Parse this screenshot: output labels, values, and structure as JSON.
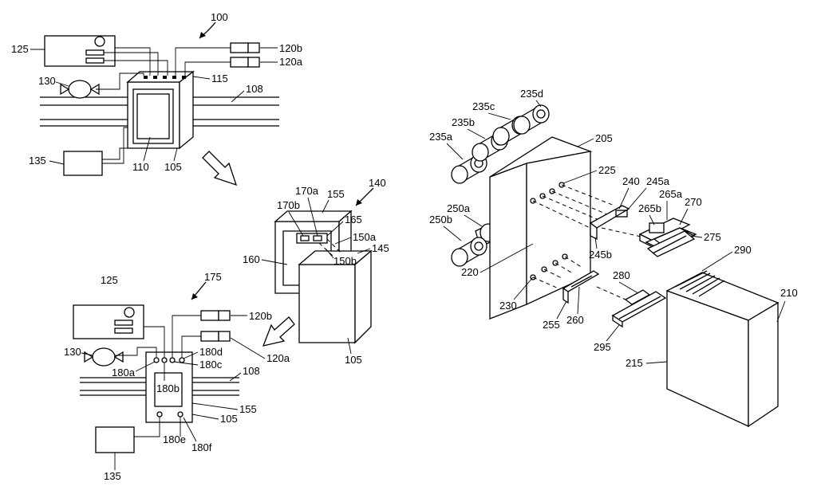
{
  "labels": {
    "l100": "100",
    "l125_top": "125",
    "l120b_top": "120b",
    "l120a_top": "120a",
    "l130_top": "130",
    "l115": "115",
    "l108_top": "108",
    "l135_top": "135",
    "l110": "110",
    "l105_top": "105",
    "l140": "140",
    "l155_mid": "155",
    "l170a": "170a",
    "l170b": "170b",
    "l165": "165",
    "l150a": "150a",
    "l150b": "150b",
    "l145": "145",
    "l160": "160",
    "l105_mid": "105",
    "l125_bot": "125",
    "l175": "175",
    "l120b_bot": "120b",
    "l120a_bot": "120a",
    "l130_bot": "130",
    "l180d": "180d",
    "l180c": "180c",
    "l180a": "180a",
    "l180b": "180b",
    "l108_bot": "108",
    "l155_bot": "155",
    "l105_bot": "105",
    "l180e": "180e",
    "l180f": "180f",
    "l135_bot": "135",
    "l235d": "235d",
    "l235c": "235c",
    "l235b": "235b",
    "l235a": "235a",
    "l205": "205",
    "l225": "225",
    "l240": "240",
    "l245a": "245a",
    "l265a": "265a",
    "l265b": "265b",
    "l270": "270",
    "l250a": "250a",
    "l250b": "250b",
    "l275": "275",
    "l245b": "245b",
    "l220": "220",
    "l230": "230",
    "l280": "280",
    "l290": "290",
    "l210": "210",
    "l255": "255",
    "l260": "260",
    "l295": "295",
    "l215": "215"
  }
}
